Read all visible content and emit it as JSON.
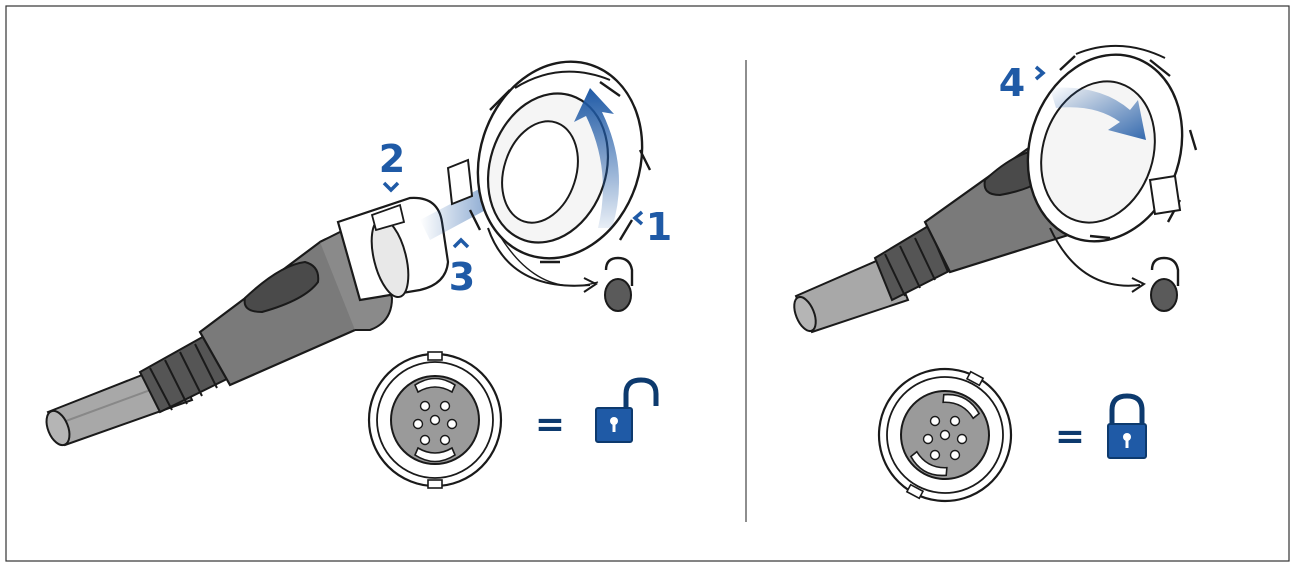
{
  "steps": {
    "step1": "1",
    "step2": "2",
    "step3": "3",
    "step4": "4"
  },
  "equals_sign": "=",
  "icons": {
    "unlocked": "padlock-open-icon",
    "locked": "padlock-closed-icon",
    "dust_cap": "dust-cap-icon"
  },
  "colors": {
    "accent_blue": "#1f5aa6",
    "dark_navy": "#0d3a6e",
    "cable_grey": "#9a9a9a",
    "rubber_dark": "#6a6a6a",
    "outline": "#1a1a1a"
  }
}
